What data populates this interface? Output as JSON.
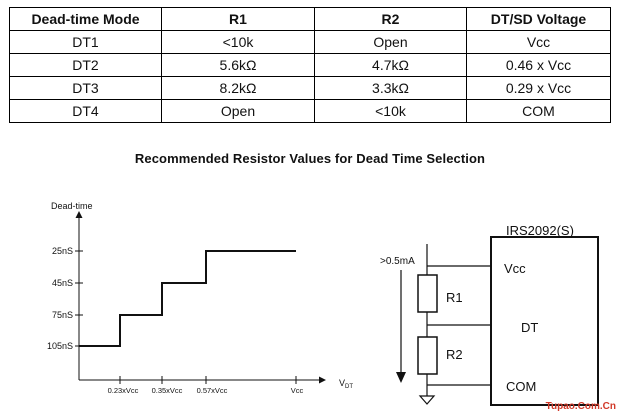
{
  "table": {
    "headers": [
      "Dead-time Mode",
      "R1",
      "R2",
      "DT/SD Voltage"
    ],
    "rows": [
      [
        "DT1",
        "<10k",
        "Open",
        "Vcc"
      ],
      [
        "DT2",
        "5.6kΩ",
        "4.7kΩ",
        "0.46 x Vcc"
      ],
      [
        "DT3",
        "8.2kΩ",
        "3.3kΩ",
        "0.29 x Vcc"
      ],
      [
        "DT4",
        "Open",
        "<10k",
        "COM"
      ]
    ]
  },
  "caption": "Recommended Resistor Values for Dead Time Selection",
  "graph": {
    "ylabel": "Dead-time",
    "yticks": [
      "25nS",
      "45nS",
      "75nS",
      "105nS"
    ],
    "xticks": [
      "0.23xVcc",
      "0.35xVcc",
      "0.57xVcc",
      "Vcc"
    ],
    "xlabel_main": "V",
    "xlabel_sub": "DT"
  },
  "circuit": {
    "chip": "IRS2092(S)",
    "current": ">0.5mA",
    "r1": "R1",
    "r2": "R2",
    "pin_vcc": "Vcc",
    "pin_dt": "DT",
    "pin_com": "COM"
  },
  "watermark": "Tupao.Com.Cn"
}
